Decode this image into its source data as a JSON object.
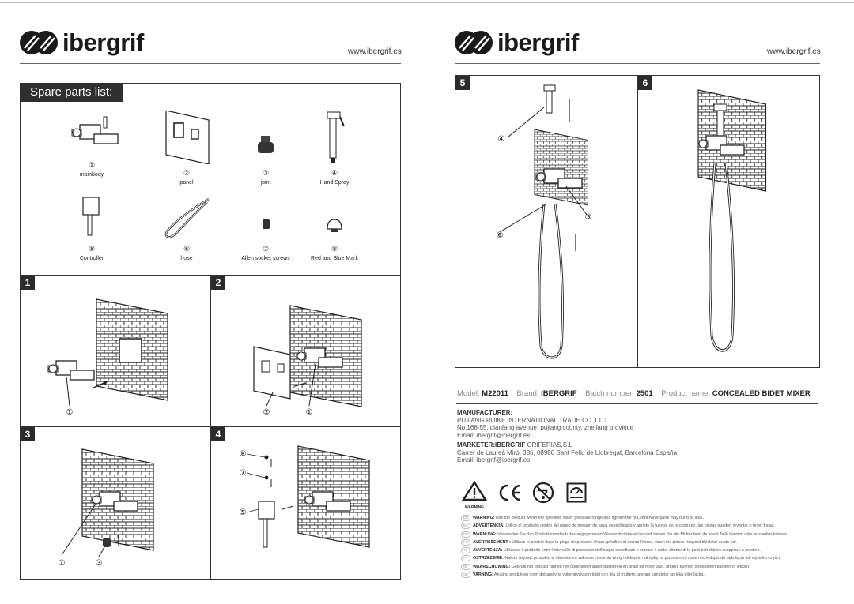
{
  "brand": {
    "logo_text": "ibergrif",
    "url": "www.ibergrif.es"
  },
  "spare_parts": {
    "title": "Spare parts list:",
    "items": [
      {
        "num": "①",
        "label": "mainbody"
      },
      {
        "num": "②",
        "label": "panel"
      },
      {
        "num": "③",
        "label": "joint"
      },
      {
        "num": "④",
        "label": "Hand Spray"
      },
      {
        "num": "⑤",
        "label": "Controller"
      },
      {
        "num": "⑥",
        "label": "hose"
      },
      {
        "num": "⑦",
        "label": "Allen socket screws"
      },
      {
        "num": "⑧",
        "label": "Red and Blue Mark"
      }
    ]
  },
  "steps": [
    {
      "num": "1",
      "callouts": [
        "①"
      ]
    },
    {
      "num": "2",
      "callouts": [
        "②",
        "①"
      ]
    },
    {
      "num": "3",
      "callouts": [
        "①",
        "③"
      ]
    },
    {
      "num": "4",
      "callouts": [
        "⑧",
        "⑦",
        "⑤"
      ]
    },
    {
      "num": "5",
      "callouts": [
        "④",
        "③",
        "⑥"
      ]
    },
    {
      "num": "6",
      "callouts": []
    }
  ],
  "product": {
    "model_label": "Model:",
    "model": "M22011",
    "brand_label": "Brand:",
    "brand": "IBERGRIF",
    "batch_label": "Batch number:",
    "batch": "2501",
    "name_label": "Product name:",
    "name": "CONCEALED BIDET MIXER"
  },
  "manufacturer": {
    "heading": "MANUFACTURER:",
    "company": "PUJIANG RUIKE INTERNATIONAL TRADE CO.,LTD",
    "address": "No.168-55, qianfang avenue, pujiang county, zhejiang province",
    "email": "Email: ibergrif@ibergrif.es"
  },
  "marketer": {
    "heading": "MARKETER:IBERGRIF",
    "company": " GRIFERIAS,S.L",
    "address": "Carrer de Laureà Miró, 386, 08980 Sant Feliu de Llobregat, Barcelona España",
    "email": "Email: ibergrif@ibergrif.es"
  },
  "icons": {
    "warning_label": "WARNING",
    "names": [
      "warning-triangle-icon",
      "ce-mark-icon",
      "no-drinking-water-icon",
      "pressure-gauge-icon"
    ]
  },
  "warnings": [
    {
      "lang": "EN",
      "title": "WARNING:",
      "text": "Use the product within the specified water pressure range and tighten the nut, otherwise parts may burst or leak."
    },
    {
      "lang": "ES",
      "title": "ADVERTENCIA:",
      "text": "Utilice el producto dentro del rango de presión de agua especificado y apriete la tuerca; de lo contrario, las piezas pueden reventar o tener fugas."
    },
    {
      "lang": "DE",
      "title": "WARNUNG:",
      "text": "Verwenden Sie das Produkt innerhalb des angegebenen Wasserdruckbereichs und ziehen Sie die Mutter fest, da sonst Teile bersten oder auslaufen können."
    },
    {
      "lang": "FR",
      "title": "AVERTISSEMENT :",
      "text": "Utilisez le produit dans la plage de pression d'eau spécifiée et serrez l'écrou, sinon les pièces risquent d'éclater ou de fuir."
    },
    {
      "lang": "IT",
      "title": "AVVERTENZA:",
      "text": "Utilizzare il prodotto entro l'intervallo di pressione dell'acqua specificato e serrare il dado, altrimenti le parti potrebbero scoppiare o perdere."
    },
    {
      "lang": "PL",
      "title": "OSTRZEZENIE:",
      "text": "Należy używać produktu w określonym zakresie ciśnienia wody i dokręcić nakrętkę, w przeciwnym razie może dojść do pęknięcia lub wycieku części."
    },
    {
      "lang": "NL",
      "title": "WAARSCHUWING:",
      "text": "Gebruik het product binnen het opgegeven waterdrukbereik en draai de moer vast, anders kunnen onderdelen barsten of lekken."
    },
    {
      "lang": "SE",
      "title": "VARNING:",
      "text": "Använd produkten inom det angivna vattentrycksområdet och dra åt muttern, annars kan delar spricka eller läcka."
    }
  ]
}
